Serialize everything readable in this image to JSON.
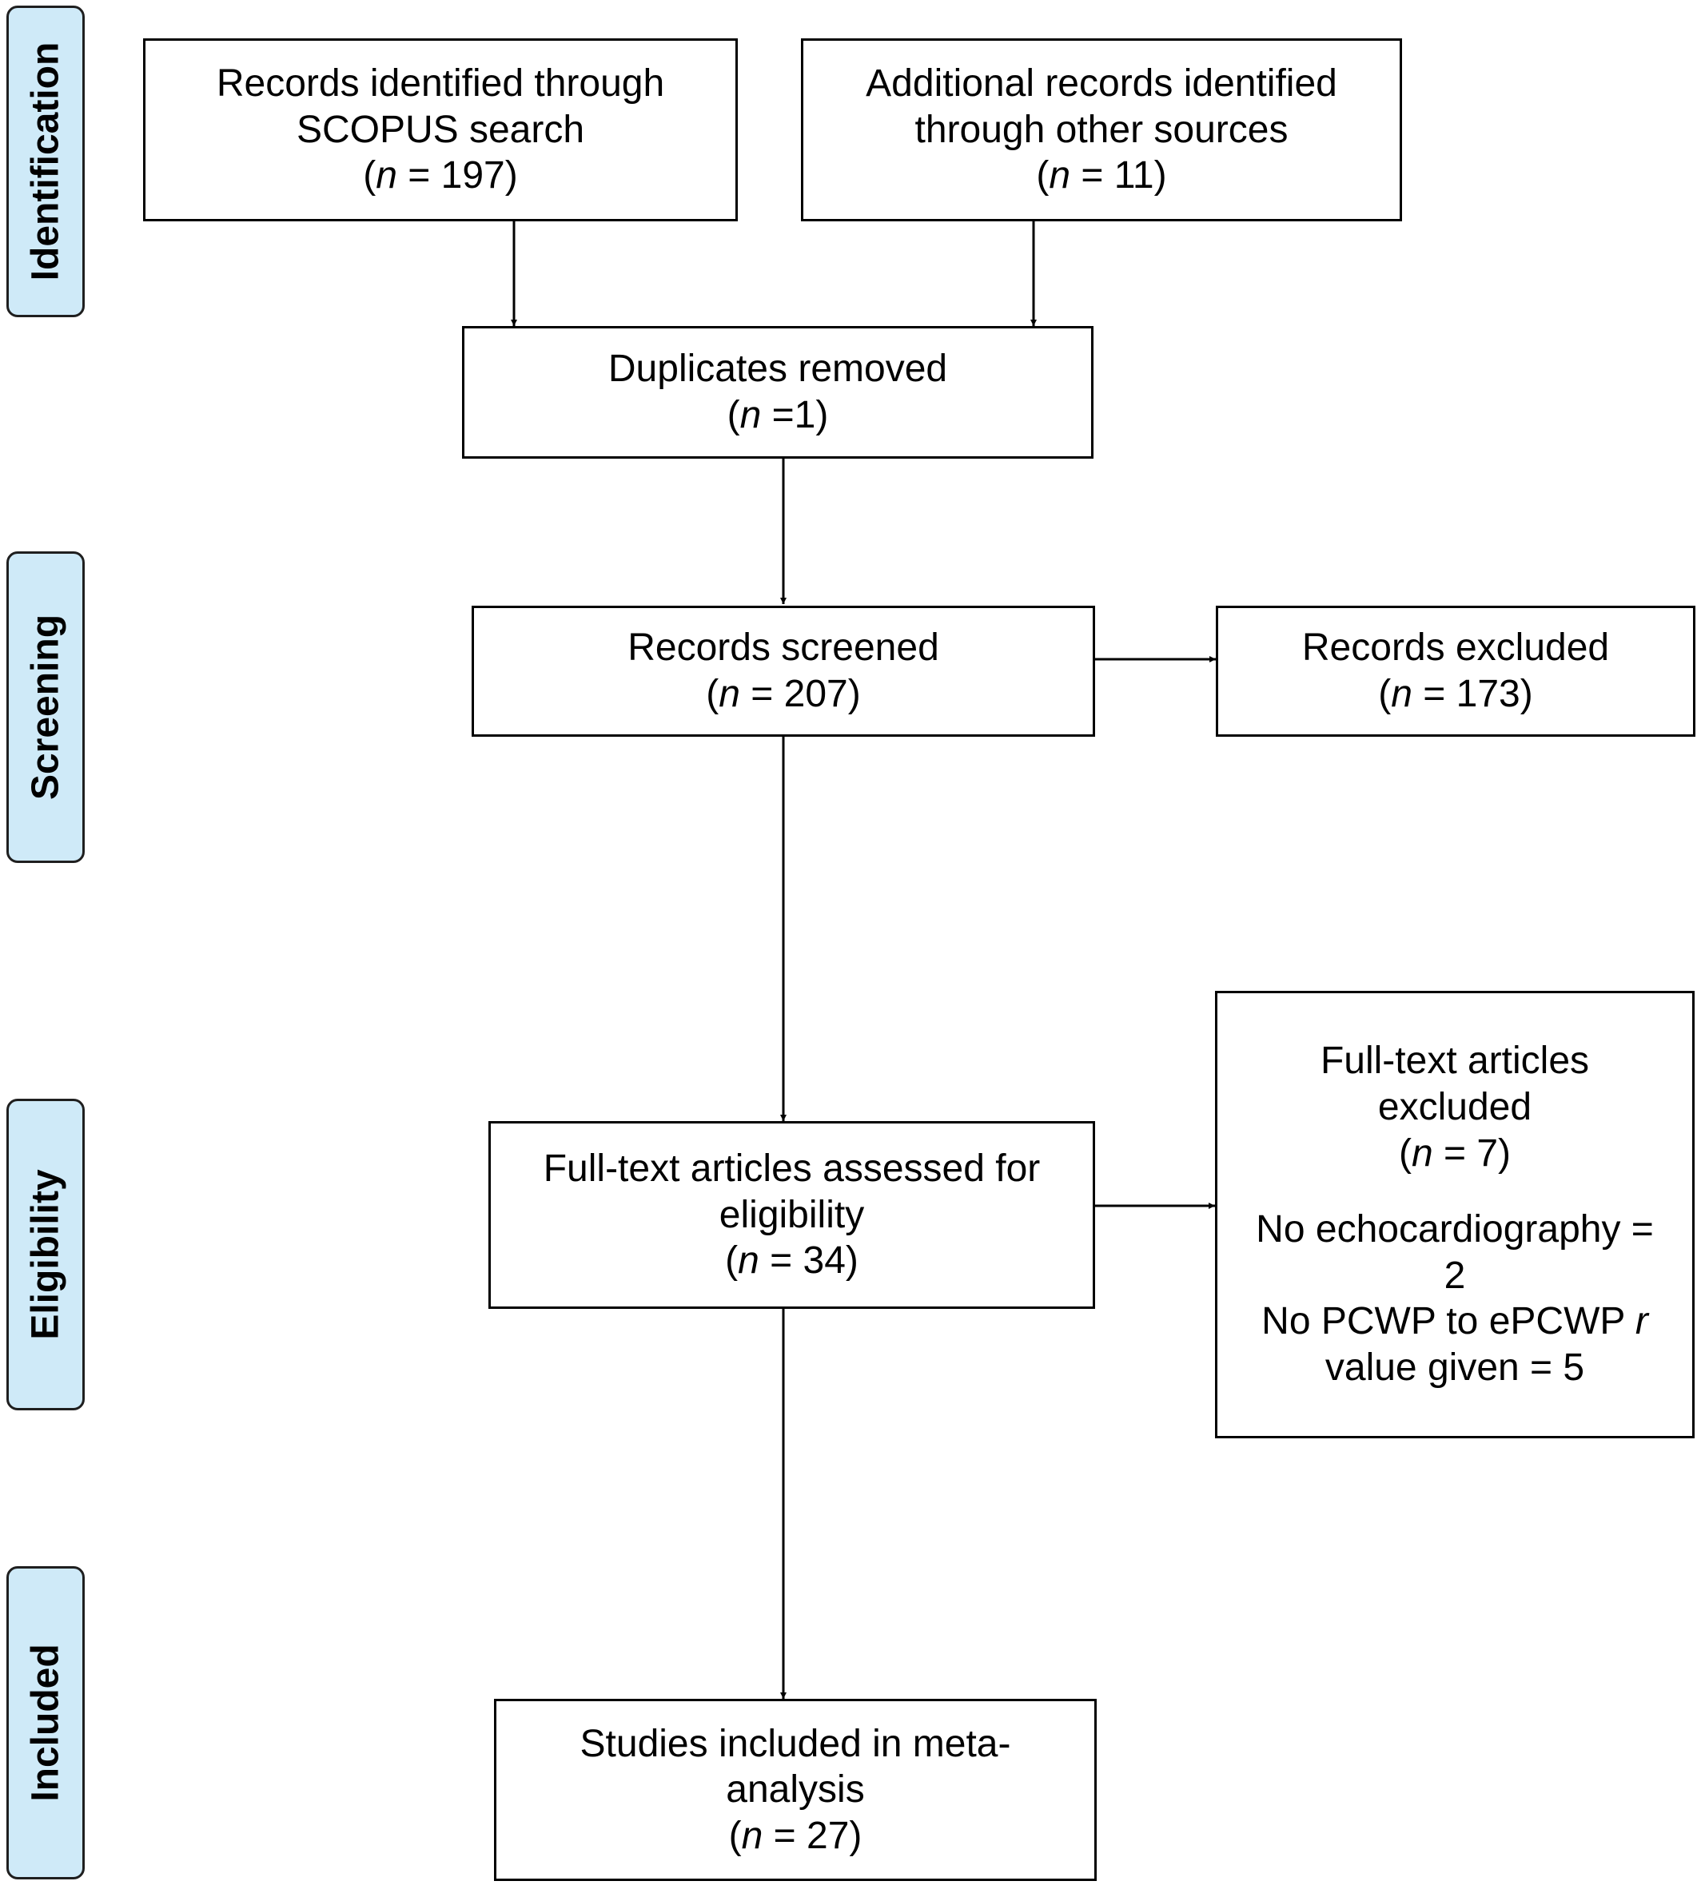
{
  "phases": {
    "identification": "Identification",
    "screening": "Screening",
    "eligibility": "Eligibility",
    "included": "Included"
  },
  "boxes": {
    "scopus": {
      "lines": [
        "Records identified through",
        "SCOPUS search"
      ],
      "n_label": "n",
      "n_value": " = 197)"
    },
    "other_sources": {
      "lines": [
        "Additional records identified",
        "through other sources"
      ],
      "n_label": "n",
      "n_value": " = 11)"
    },
    "duplicates": {
      "lines": [
        "Duplicates removed"
      ],
      "n_label": "n",
      "n_value": " =1)"
    },
    "screened": {
      "lines": [
        "Records screened"
      ],
      "n_label": "n",
      "n_value": " = 207)"
    },
    "excluded": {
      "lines": [
        "Records excluded"
      ],
      "n_label": "n",
      "n_value": " = 173)"
    },
    "fulltext": {
      "lines": [
        "Full-text articles assessed for",
        "eligibility"
      ],
      "n_label": "n",
      "n_value": " = 34)"
    },
    "fulltext_excluded": {
      "lines": [
        "Full-text articles",
        "excluded"
      ],
      "n_label": "n",
      "n_value": " = 7)",
      "reason1": "No echocardiography =",
      "reason1_value": "2",
      "reason2": "No PCWP to ePCWP ",
      "reason2_r": "r",
      "reason3": "value given = 5"
    },
    "included": {
      "lines": [
        "Studies included in meta-",
        "analysis"
      ],
      "n_label": "n",
      "n_value": " = 27)"
    }
  },
  "paren_open": "("
}
